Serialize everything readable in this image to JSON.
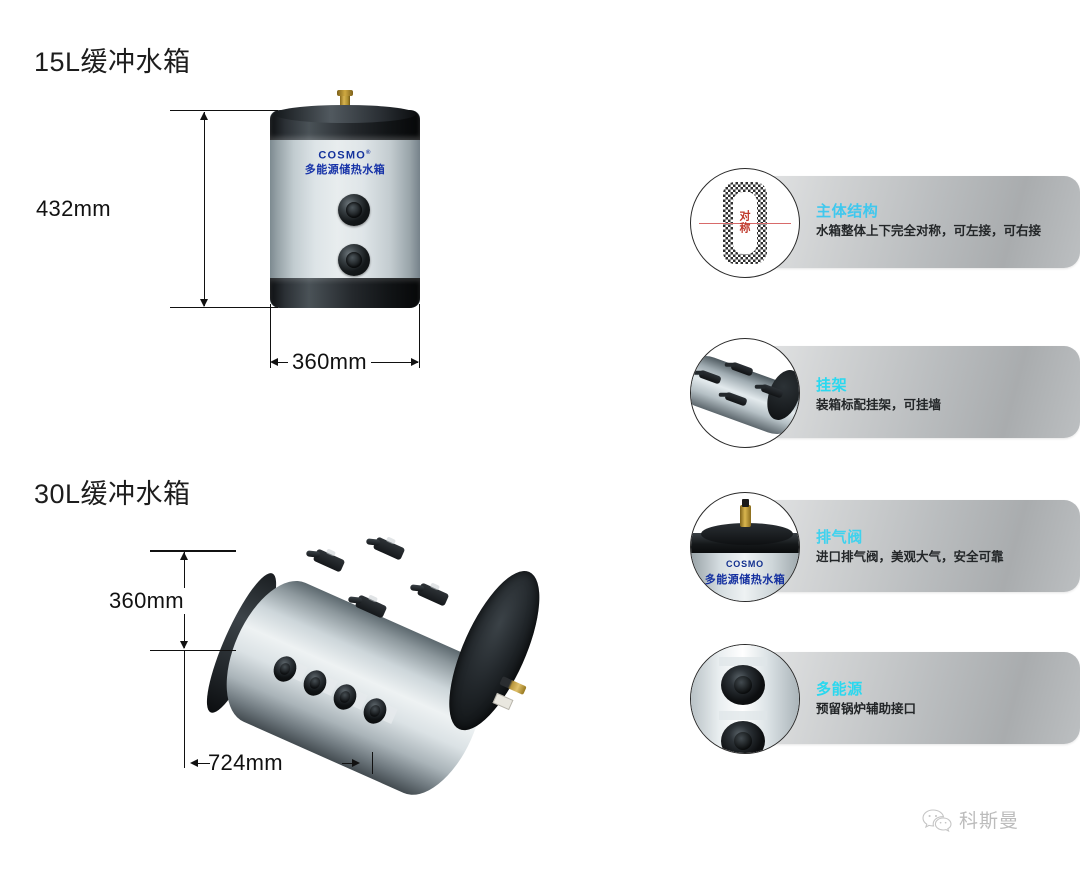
{
  "sections": [
    {
      "id": "s15",
      "title": "15L缓冲水箱"
    },
    {
      "id": "s30",
      "title": "30L缓冲水箱"
    }
  ],
  "product_15l": {
    "title": "15L缓冲水箱",
    "brand_en": "COSMO",
    "brand_trademark": "®",
    "brand_cn": "多能源储热水箱",
    "dimensions": {
      "height": "432mm",
      "width": "360mm"
    }
  },
  "product_30l": {
    "title": "30L缓冲水箱",
    "dimensions": {
      "height": "360mm",
      "length": "724mm"
    }
  },
  "features": [
    {
      "title": "主体结构",
      "desc": "水箱整体上下完全对称，可左接，可右接",
      "title_color": "#3fc8ee",
      "icon": "symmetry-diagram",
      "symmetry_label": "对称"
    },
    {
      "title": "挂架",
      "desc": "装箱标配挂架，可挂墙",
      "title_color": "#2ad8ef",
      "icon": "wall-bracket-photo"
    },
    {
      "title": "排气阀",
      "desc": "进口排气阀，美观大气，安全可靠",
      "title_color": "#3fd2ee",
      "icon": "air-vent-valve-photo",
      "photo_brand_en": "COSMO",
      "photo_brand_cn": "多能源储热水箱"
    },
    {
      "title": "多能源",
      "desc": "预留锅炉辅助接口",
      "title_color": "#2ad8ef",
      "icon": "boiler-ports-photo"
    }
  ],
  "watermark": {
    "icon": "wechat-icon",
    "text": "科斯曼"
  },
  "colors": {
    "panel_light": "#e4e5e6",
    "panel_dark": "#a9acae",
    "accent_cyan": "#2ad8ef",
    "brand_blue": "#1430a0",
    "symmetry_red": "#c0392b"
  }
}
